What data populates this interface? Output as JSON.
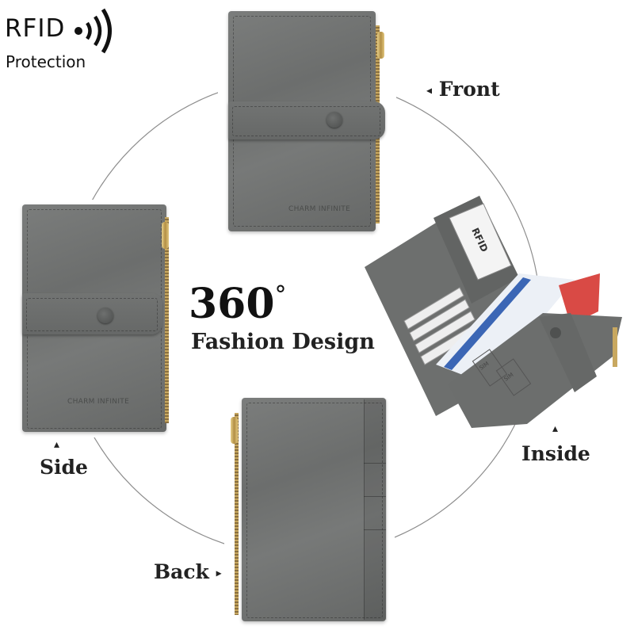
{
  "badge": {
    "title": "RFID",
    "subtitle": "Protection",
    "icon": "rfid-wave-icon"
  },
  "headline": {
    "main": "360",
    "degree": "°",
    "sub": "Fashion Design"
  },
  "views": {
    "front": {
      "label": "Front",
      "pointer": "◂"
    },
    "side": {
      "label": "Side",
      "pointer": "▴"
    },
    "inside": {
      "label": "Inside",
      "pointer": "▴"
    },
    "back": {
      "label": "Back",
      "pointer": "▸"
    }
  },
  "product": {
    "brand": "CHARM INFINITE",
    "inside_card": "RFID",
    "sim_label": "SIM",
    "colors": {
      "leather": "#6f7170",
      "zipper": "#c8a860",
      "card_red": "#d94a45"
    }
  }
}
